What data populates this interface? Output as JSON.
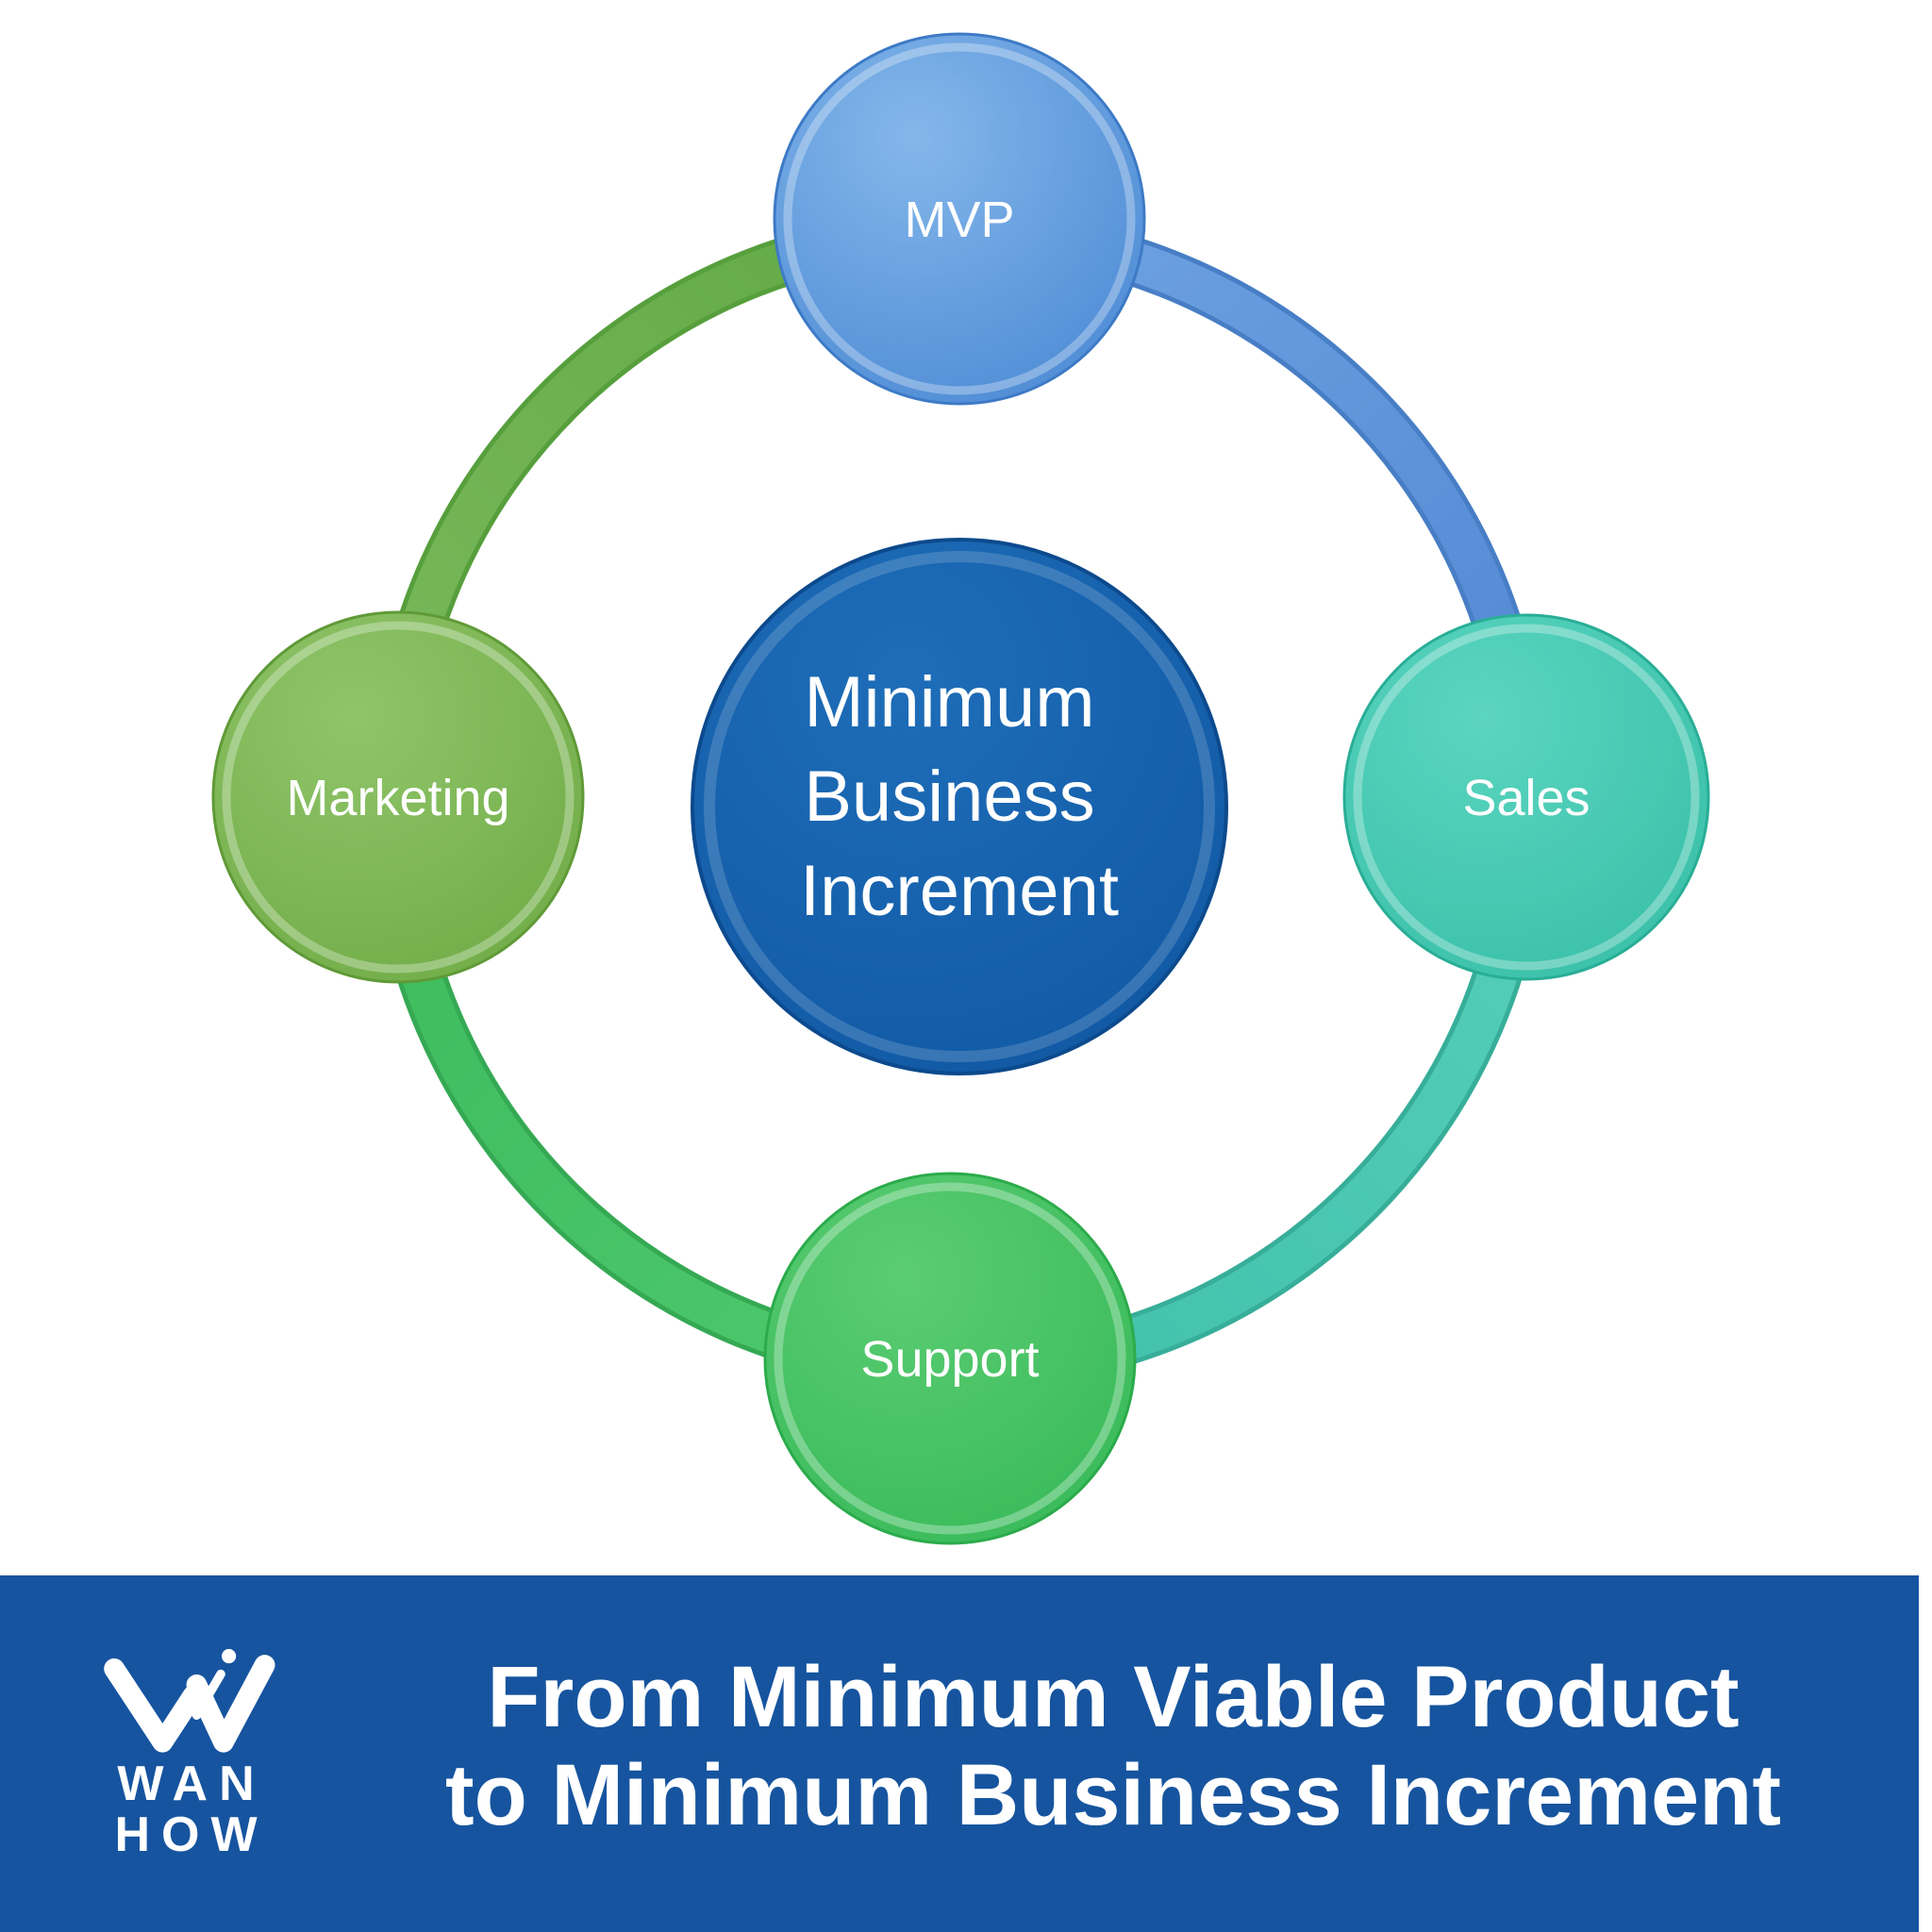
{
  "diagram": {
    "center_node": {
      "label": "Minimum Business Increment",
      "lines": [
        "Minimum",
        "Business",
        "Increment"
      ],
      "fill_top": "#1E6DB8",
      "fill_bottom": "#0E4E93"
    },
    "nodes": [
      {
        "id": "mvp",
        "label": "MVP",
        "position": "top",
        "fill_top": "#84B7EA",
        "fill_bottom": "#4A86D2"
      },
      {
        "id": "sales",
        "label": "Sales",
        "position": "right",
        "fill_top": "#5BD5C0",
        "fill_bottom": "#2FB9A1"
      },
      {
        "id": "support",
        "label": "Support",
        "position": "bottom",
        "fill_top": "#5BCC72",
        "fill_bottom": "#2FB44F"
      },
      {
        "id": "marketing",
        "label": "Marketing",
        "position": "left",
        "fill_top": "#90C56A",
        "fill_bottom": "#649F3B"
      }
    ],
    "ring_segments": [
      {
        "from": "marketing",
        "to": "mvp",
        "color": "#6DB14F"
      },
      {
        "from": "mvp",
        "to": "sales",
        "color": "#5D96DC"
      },
      {
        "from": "sales",
        "to": "support",
        "color": "#4CC9B4"
      },
      {
        "from": "support",
        "to": "marketing",
        "color": "#46C065"
      }
    ],
    "text_color": "#FFFFFF"
  },
  "banner": {
    "background_color": "#16549F",
    "title_line1": "From Minimum Viable Product",
    "title_line2": "to Minimum Business Increment",
    "text_color": "#FFFFFF",
    "logo": {
      "word1": "WAN",
      "word2": "HOW",
      "mark": "w-checkmark-pen-logo"
    }
  }
}
